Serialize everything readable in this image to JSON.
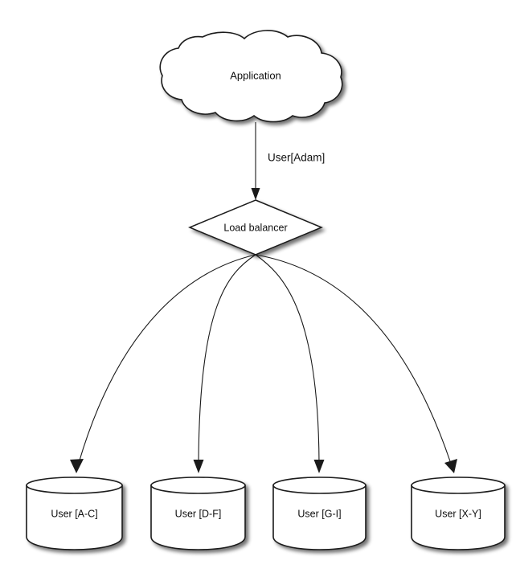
{
  "diagram": {
    "type": "flow-diagram",
    "background_color": "#ffffff",
    "stroke_color": "#1a1a1a",
    "text_color": "#111111",
    "nodes": {
      "application": {
        "label": "Application",
        "shape": "cloud",
        "icon_name": "cloud-shape"
      },
      "load_balancer": {
        "label": "Load balancer",
        "shape": "diamond",
        "icon_name": "diamond-shape"
      },
      "databases": [
        {
          "label": "User [A-C]",
          "shape": "cylinder",
          "icon_name": "database-cylinder"
        },
        {
          "label": "User [D-F]",
          "shape": "cylinder",
          "icon_name": "database-cylinder"
        },
        {
          "label": "User [G-I]",
          "shape": "cylinder",
          "icon_name": "database-cylinder"
        },
        {
          "label": "User [X-Y]",
          "shape": "cylinder",
          "icon_name": "database-cylinder"
        }
      ]
    },
    "edges": [
      {
        "from": "application",
        "to": "load_balancer",
        "label": "User[Adam]",
        "style": "straight-arrow"
      },
      {
        "from": "load_balancer",
        "to": "User [A-C]",
        "label": "",
        "style": "curved-arrow"
      },
      {
        "from": "load_balancer",
        "to": "User [D-F]",
        "label": "",
        "style": "curved-arrow"
      },
      {
        "from": "load_balancer",
        "to": "User [G-I]",
        "label": "",
        "style": "curved-arrow"
      },
      {
        "from": "load_balancer",
        "to": "User [X-Y]",
        "label": "",
        "style": "curved-arrow"
      }
    ]
  }
}
